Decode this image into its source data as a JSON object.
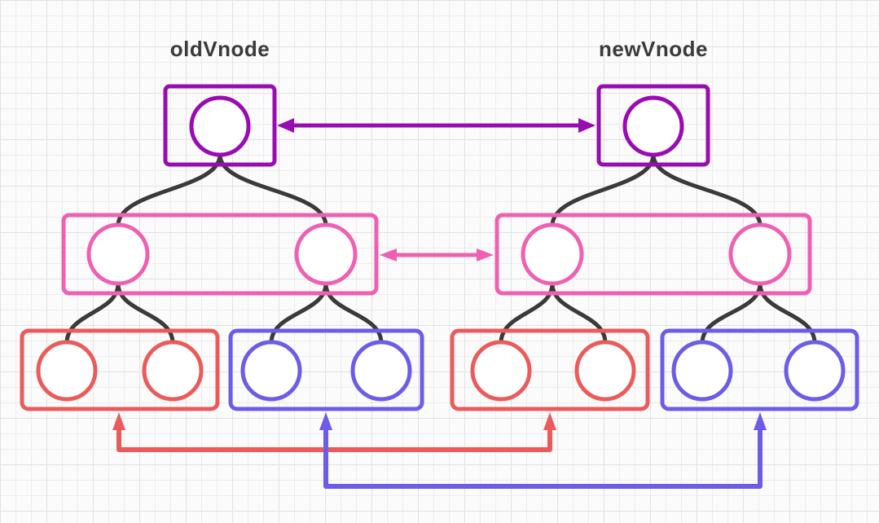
{
  "labels": {
    "old": "oldVnode",
    "new": "newVnode"
  },
  "colors": {
    "purple": "#990bb3",
    "pink": "#f060b2",
    "red": "#eb5b5b",
    "blue": "#6c5ce7",
    "edge": "#3a3a3a",
    "label": "#3a3a3a",
    "node_fill": "#ffffff",
    "background": "#fbfbfb",
    "grid_minor": "#ededed",
    "grid_major": "#e2e2e2"
  },
  "structure": {
    "trees": [
      {
        "label": "oldVnode",
        "root_box": {
          "color": "purple",
          "nodes": 1
        },
        "children_box": {
          "color": "pink",
          "nodes": 2
        },
        "leaf_boxes": [
          {
            "color": "red",
            "nodes": 2
          },
          {
            "color": "blue",
            "nodes": 2
          }
        ]
      },
      {
        "label": "newVnode",
        "root_box": {
          "color": "purple",
          "nodes": 1
        },
        "children_box": {
          "color": "pink",
          "nodes": 2
        },
        "leaf_boxes": [
          {
            "color": "red",
            "nodes": 2
          },
          {
            "color": "blue",
            "nodes": 2
          }
        ]
      }
    ],
    "arrows": [
      {
        "color": "purple",
        "heads": "both",
        "connects": "oldVnode root box <-> newVnode root box"
      },
      {
        "color": "pink",
        "heads": "both",
        "connects": "oldVnode children box <-> newVnode children box"
      },
      {
        "color": "red",
        "heads": "both-up",
        "connects": "old red leaf box <-> new red leaf box"
      },
      {
        "color": "blue",
        "heads": "both-up",
        "connects": "old blue leaf box <-> new blue leaf box"
      }
    ]
  }
}
